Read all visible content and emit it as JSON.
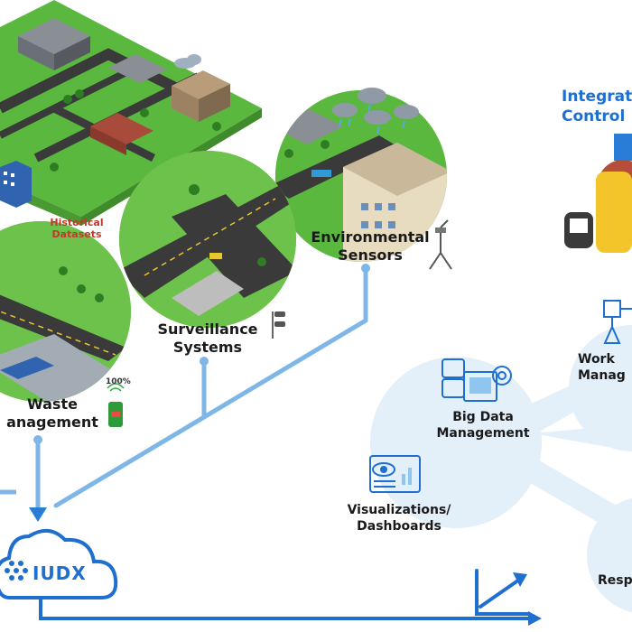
{
  "labels": {
    "historical_datasets": "Historical\nDatasets",
    "environmental_sensors": "Environmental\nSensors",
    "surveillance_systems": "Surveillance\nSystems",
    "waste_management": "Waste\nanagement",
    "integrated_control": "Integrat\nControl",
    "big_data_management": "Big Data\nManagement",
    "visualizations_dashboards": "Visualizations/\nDashboards",
    "workflow_management": "Work\nManag",
    "response": "Resp",
    "iudx": "IUDX",
    "bin_fill": "100%"
  },
  "colors": {
    "connector": "#7fb6e8",
    "connector_dark": "#1e6fd0",
    "hub": "#deedf8",
    "grass": "#6cc24a",
    "road": "#3a3a3a",
    "title_blue": "#1e6fd0",
    "historical_red": "#c0392b"
  },
  "icons": [
    "cloud-icon",
    "sensor-tripod-icon",
    "cctv-pole-icon",
    "smart-bin-icon",
    "database-gear-icon",
    "dashboard-eye-icon",
    "workflow-icon",
    "growth-chart-icon",
    "rain-cloud-icon"
  ]
}
